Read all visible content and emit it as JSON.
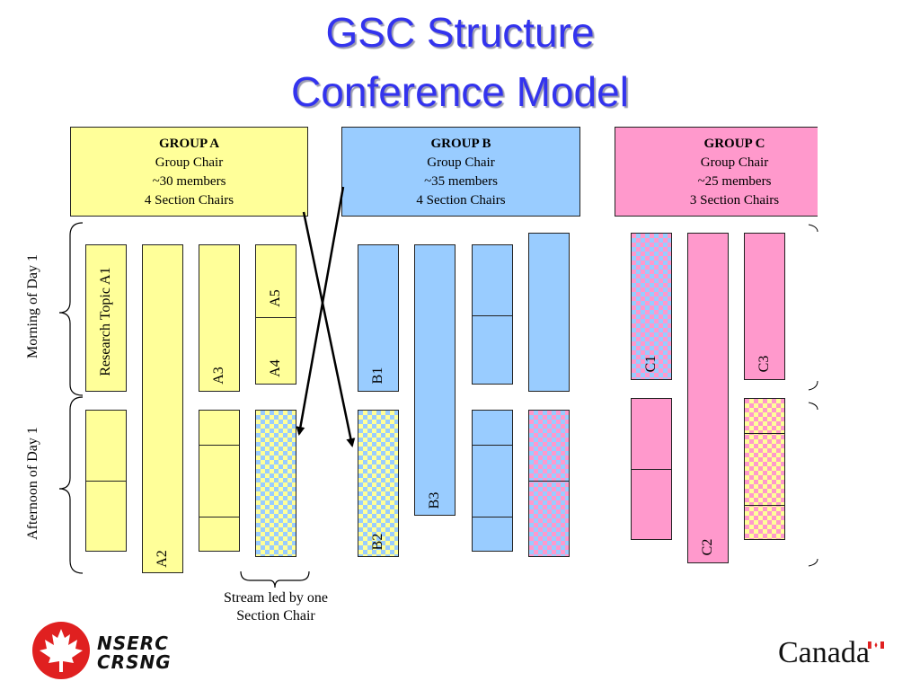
{
  "title": {
    "line1": "GSC Structure",
    "line2": "Conference Model"
  },
  "groups": [
    {
      "name": "GROUP  A",
      "chair": "Group Chair",
      "members": "~30 members",
      "sections": "4 Section Chairs"
    },
    {
      "name": "GROUP  B",
      "chair": "Group Chair",
      "members": "~35 members",
      "sections": "4 Section Chairs"
    },
    {
      "name": "GROUP  C",
      "chair": "Group Chair",
      "members": "~25 members",
      "sections": "3 Section Chairs"
    }
  ],
  "streams": {
    "a1": "Research Topic A1",
    "a2": "A2",
    "a3": "A3",
    "a4": "A4",
    "a5": "A5",
    "b1": "B1",
    "b2": "B2",
    "b3": "B3",
    "c1": "C1",
    "c2": "C2",
    "c3": "C3"
  },
  "sessions": {
    "morning": "Morning of Day 1",
    "afternoon": "Afternoon of Day 1"
  },
  "caption": {
    "line1": "Stream led by one",
    "line2": "Section Chair"
  },
  "logos": {
    "nserc": "NSERC",
    "crsng": "CRSNG",
    "canada": "Canada"
  },
  "colors": {
    "title": "#3333ee",
    "group_a": "#ffff99",
    "group_b": "#99ccff",
    "group_c": "#ff99cc",
    "nserc_red": "#e02020"
  }
}
